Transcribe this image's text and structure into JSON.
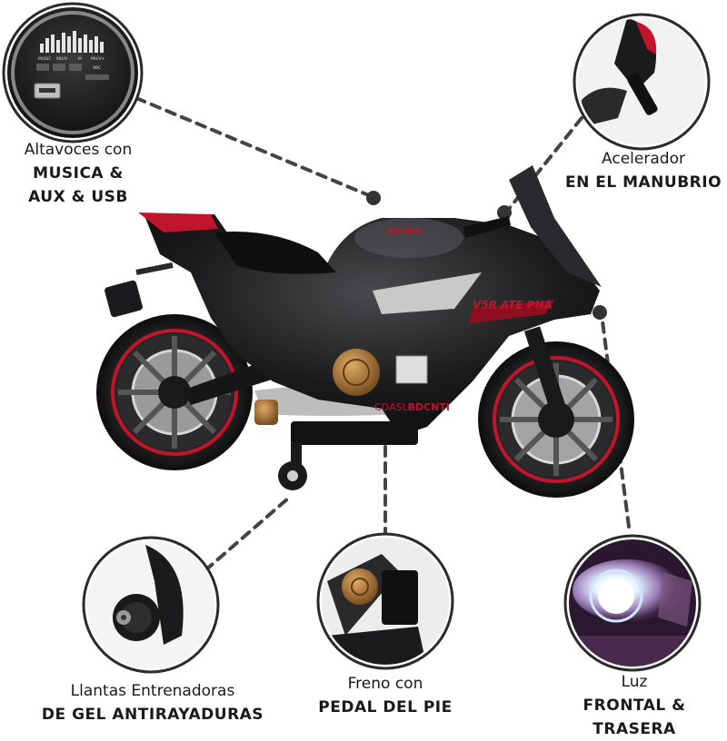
{
  "callouts": {
    "speakers": {
      "line1": "Altavoces con",
      "line2": "MUSICA &",
      "line3": "AUX & USB"
    },
    "throttle": {
      "line1": "Acelerador",
      "line2": "EN EL MANUBRIO"
    },
    "training_wheels": {
      "line1": "Llantas Entrenadoras",
      "line2": "DE GEL ANTIRAYADURAS"
    },
    "brake": {
      "line1": "Freno con",
      "line2": "PEDAL DEL PIE"
    },
    "light": {
      "line1": "Luz",
      "line2": "FRONTAL & TRASERA"
    }
  },
  "bike_text": {
    "tank_logo": "BDCNTI",
    "fairing_text": "V5R ATE PNA",
    "side_text_a": "CDASL",
    "side_text_b": "BDCNTI"
  },
  "panel_text": {
    "button_1": "MUSIC",
    "button_2": "MU/V-",
    "button_3": "M",
    "button_4": "MU/V+",
    "button_5": "ABC"
  },
  "colors": {
    "bike_body": "#1b1b1d",
    "accent_red": "#c0152a",
    "brass": "#b27a3c",
    "silver": "#bdbdbd",
    "dash_line": "#444444",
    "headlight_glow": "#e8f4ff"
  }
}
